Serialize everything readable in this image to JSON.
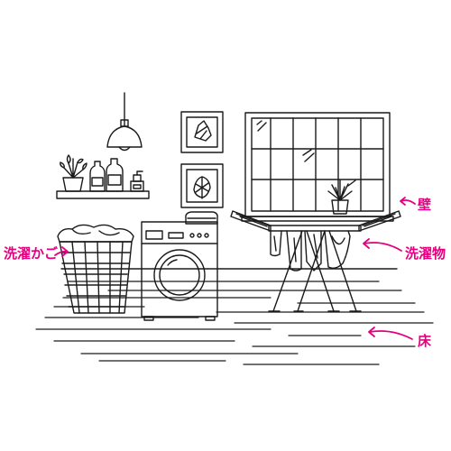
{
  "labels": {
    "wall": "壁",
    "laundry": "洗濯物",
    "basket": "洗濯かご",
    "floor": "床"
  },
  "colors": {
    "accent": "#e4007f",
    "line": "#1a1a1a",
    "background": "#ffffff"
  },
  "icons": {
    "pendant_lamp": "pendant-lamp-icon",
    "washing_machine": "washing-machine-icon",
    "laundry_basket": "laundry-basket-icon",
    "drying_rack": "drying-rack-icon",
    "window": "window-icon",
    "picture_frame": "picture-frame-icon",
    "potted_plant": "potted-plant-icon"
  }
}
